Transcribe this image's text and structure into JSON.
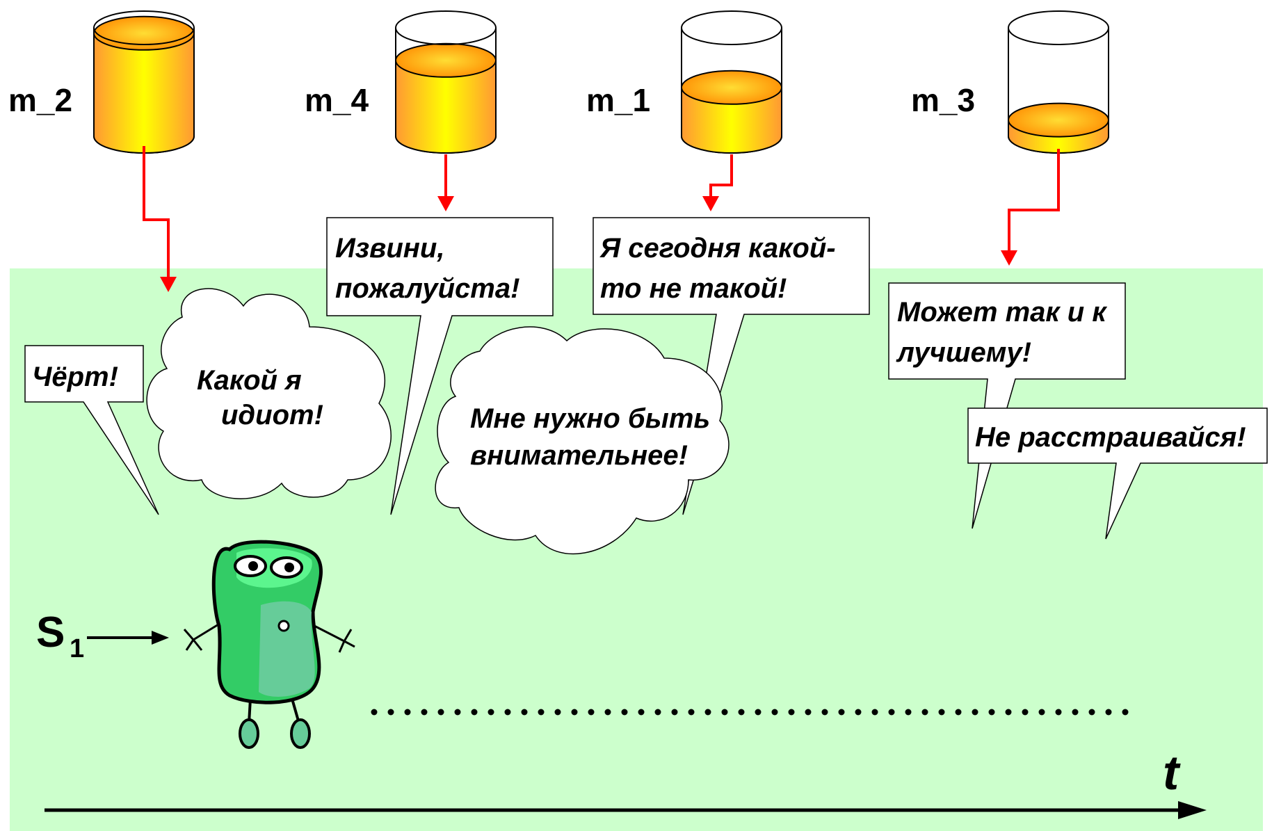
{
  "jars": [
    {
      "label": "m_2",
      "fill_level": 0.95
    },
    {
      "label": "m_4",
      "fill_level": 0.7
    },
    {
      "label": "m_1",
      "fill_level": 0.45
    },
    {
      "label": "m_3",
      "fill_level": 0.15
    }
  ],
  "bubbles": {
    "chert": "Чёрт!",
    "idiot_line1": "Какой я",
    "idiot_line2": "идиот!",
    "sorry_line1": "Извини,",
    "sorry_line2": "пожалуйста!",
    "attentive_line1": "Мне нужно быть",
    "attentive_line2": "внимательнее!",
    "today_line1": "Я сегодня какой-",
    "today_line2": "то не такой!",
    "better_line1": "Может так и к",
    "better_line2": "лучшему!",
    "dontworry": "Не расстраивайся!"
  },
  "state_label": {
    "letter": "S",
    "subscript": "1"
  },
  "axis_label": "t",
  "colors": {
    "panel": "#ccffcc",
    "arrow_red": "#ff0000",
    "liquid_top": "#ff9933",
    "liquid_mid": "#ffff00",
    "creature_body": "#33cc66",
    "creature_light": "#66ff99"
  },
  "icons": [
    "beaker-icon",
    "creature-icon",
    "arrow-right-icon"
  ]
}
